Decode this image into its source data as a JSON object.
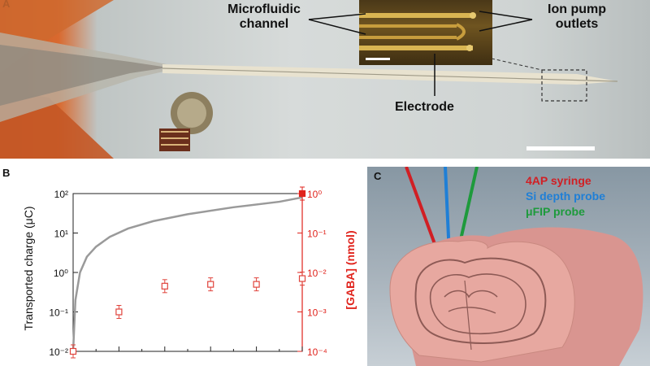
{
  "panel_a": {
    "letter": "A",
    "labels": {
      "microfluidic": [
        "Microfluidic",
        "channel"
      ],
      "ion_pump": [
        "Ion pump",
        "outlets"
      ],
      "electrode": "Electrode"
    }
  },
  "panel_b": {
    "letter": "B",
    "left_axis_label": "Transported charge (μC)",
    "right_axis_label": "[GABA] (nmol)",
    "left_ticks": [
      "10²",
      "10¹",
      "10⁰",
      "10⁻¹",
      "10⁻²"
    ],
    "right_ticks": [
      "10⁰",
      "10⁻¹",
      "10⁻²",
      "10⁻³",
      "10⁻⁴"
    ]
  },
  "panel_c": {
    "letter": "C",
    "legend": [
      {
        "text": "4AP syringe",
        "color": "#d11f24"
      },
      {
        "text": "Si depth probe",
        "color": "#1f7fd6"
      },
      {
        "text": "μFIP probe",
        "color": "#1e9a3c"
      }
    ]
  },
  "chart_data": {
    "type": "scatter",
    "left_axis": {
      "label": "Transported charge (μC)",
      "scale": "log",
      "range": [
        0.01,
        100
      ]
    },
    "right_axis": {
      "label": "[GABA] (nmol)",
      "scale": "log",
      "range": [
        0.0001,
        1
      ]
    },
    "grid": false,
    "series": [
      {
        "axis": "left",
        "style": "line",
        "color": "#9a9a9a",
        "x": [
          0,
          0.1,
          0.3,
          0.6,
          1,
          1.6,
          2.4,
          3.5,
          5,
          7,
          9,
          10
        ],
        "y": [
          0.01,
          0.2,
          1.0,
          2.5,
          4.5,
          8,
          13,
          20,
          30,
          45,
          62,
          80
        ]
      },
      {
        "axis": "right",
        "style": "open-square",
        "color": "#e0443c",
        "x": [
          0,
          2,
          4,
          6,
          8,
          10
        ],
        "y": [
          0.0001,
          0.001,
          0.0045,
          0.005,
          0.005,
          0.007
        ]
      },
      {
        "axis": "right",
        "style": "filled-square",
        "color": "#e0231c",
        "x": [
          10
        ],
        "y": [
          1.0
        ]
      }
    ]
  }
}
